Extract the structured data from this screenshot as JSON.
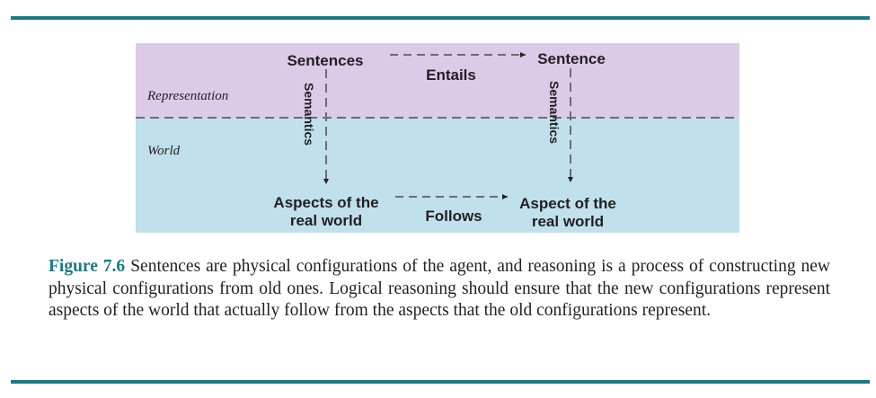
{
  "diagram": {
    "regions": {
      "representation": {
        "label": "Representation",
        "color": "#dccbe8"
      },
      "world": {
        "label": "World",
        "color": "#c0e0ec"
      }
    },
    "nodes": {
      "sentences": "Sentences",
      "sentence": "Sentence",
      "aspects_line1": "Aspects of the",
      "aspects_line2": "real world",
      "aspect_line1": "Aspect of the",
      "aspect_line2": "real world"
    },
    "edges": {
      "entails": "Entails",
      "follows": "Follows",
      "semantics_left": "Semantics",
      "semantics_right": "Semantics"
    },
    "colors": {
      "rule": "#1c7a85",
      "dash": "#6d6d6f",
      "arrowhead": "#231f20",
      "text": "#231f20"
    }
  },
  "caption": {
    "label": "Figure 7.6",
    "text": "Sentences are physical configurations of the agent, and reasoning is a process of constructing new physical configurations from old ones. Logical reasoning should ensure that the new configurations represent aspects of the world that actually follow from the aspects that the old configurations represent."
  }
}
